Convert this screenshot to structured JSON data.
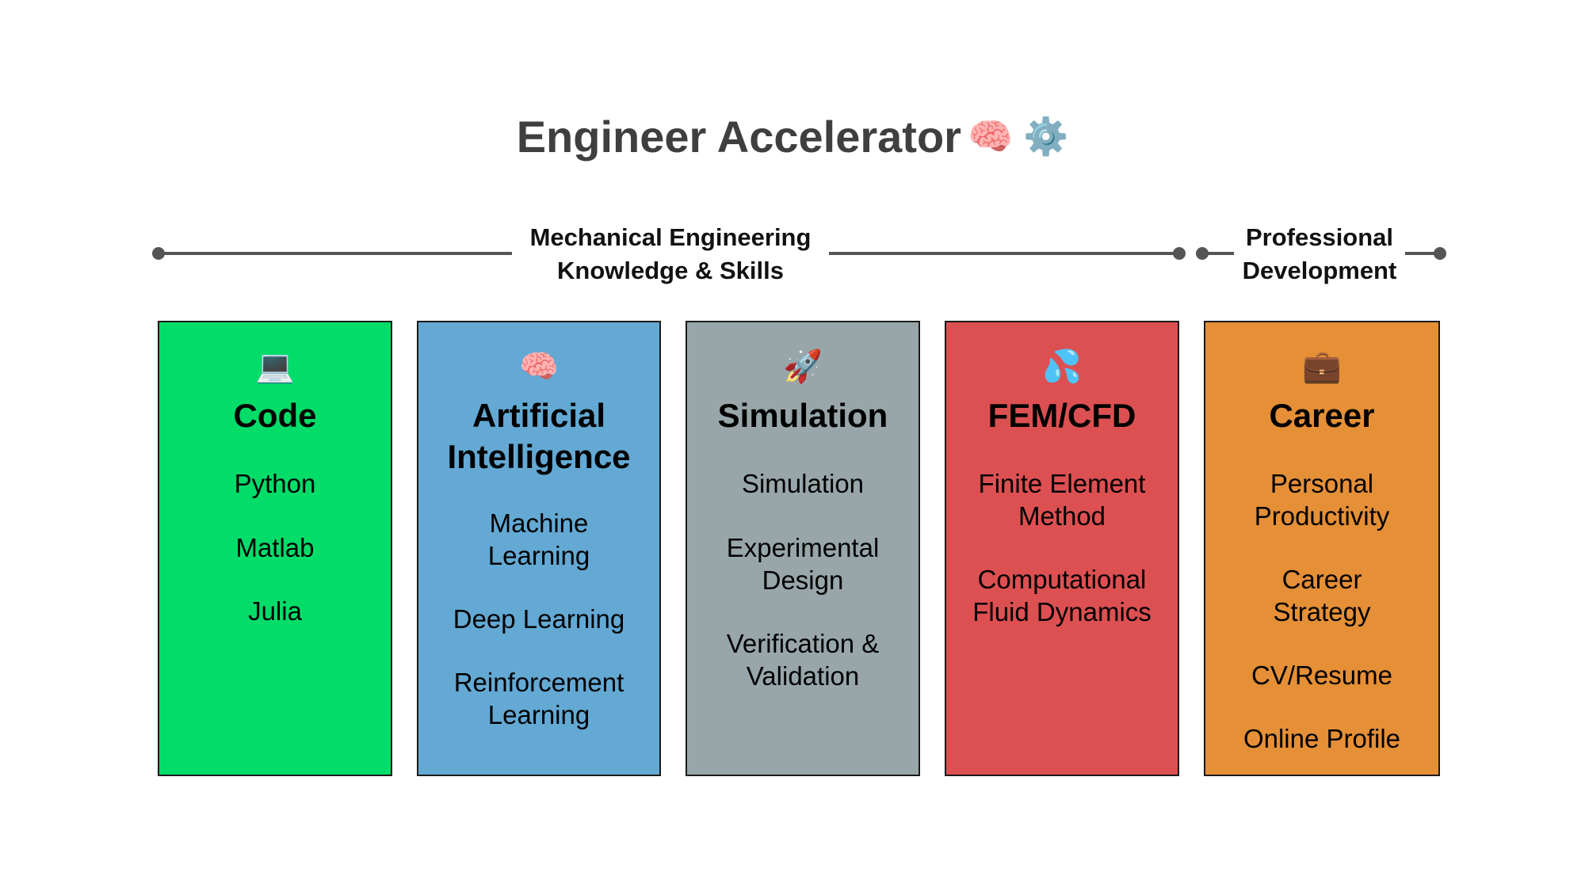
{
  "title": {
    "text": "Engineer Accelerator",
    "emoji": "🧠 ⚙️"
  },
  "brackets": [
    {
      "label_line1": "Mechanical Engineering",
      "label_line2": "Knowledge & Skills"
    },
    {
      "label_line1": "Professional",
      "label_line2": "Development"
    }
  ],
  "colors": {
    "code": "#02dd6a",
    "ai": "#63a9d4",
    "simulation": "#98a6aa",
    "femcfd": "#dc5052",
    "career": "#e58f37",
    "connector": "#555555"
  },
  "categories": [
    {
      "icon": "💻",
      "icon_name": "laptop-icon",
      "title_line1": "Code",
      "title_line2": "",
      "topics": [
        {
          "l1": "Python",
          "l2": ""
        },
        {
          "l1": "Matlab",
          "l2": ""
        },
        {
          "l1": "Julia",
          "l2": ""
        }
      ]
    },
    {
      "icon": "🧠",
      "icon_name": "brain-icon",
      "title_line1": "Artificial",
      "title_line2": "Intelligence",
      "topics": [
        {
          "l1": "Machine",
          "l2": "Learning"
        },
        {
          "l1": "Deep Learning",
          "l2": ""
        },
        {
          "l1": "Reinforcement",
          "l2": "Learning"
        }
      ]
    },
    {
      "icon": "🚀",
      "icon_name": "rocket-icon",
      "title_line1": "Simulation",
      "title_line2": "",
      "topics": [
        {
          "l1": "Simulation",
          "l2": ""
        },
        {
          "l1": "Experimental",
          "l2": "Design"
        },
        {
          "l1": "Verification &",
          "l2": "Validation"
        }
      ]
    },
    {
      "icon": "💦",
      "icon_name": "droplets-icon",
      "title_line1": "FEM/CFD",
      "title_line2": "",
      "topics": [
        {
          "l1": "Finite Element",
          "l2": "Method"
        },
        {
          "l1": "Computational",
          "l2": "Fluid Dynamics"
        }
      ]
    },
    {
      "icon": "💼",
      "icon_name": "briefcase-icon",
      "title_line1": "Career",
      "title_line2": "",
      "topics": [
        {
          "l1": "Personal",
          "l2": "Productivity"
        },
        {
          "l1": "Career",
          "l2": "Strategy"
        },
        {
          "l1": "CV/Resume",
          "l2": ""
        },
        {
          "l1": "Online Profile",
          "l2": ""
        }
      ]
    }
  ]
}
